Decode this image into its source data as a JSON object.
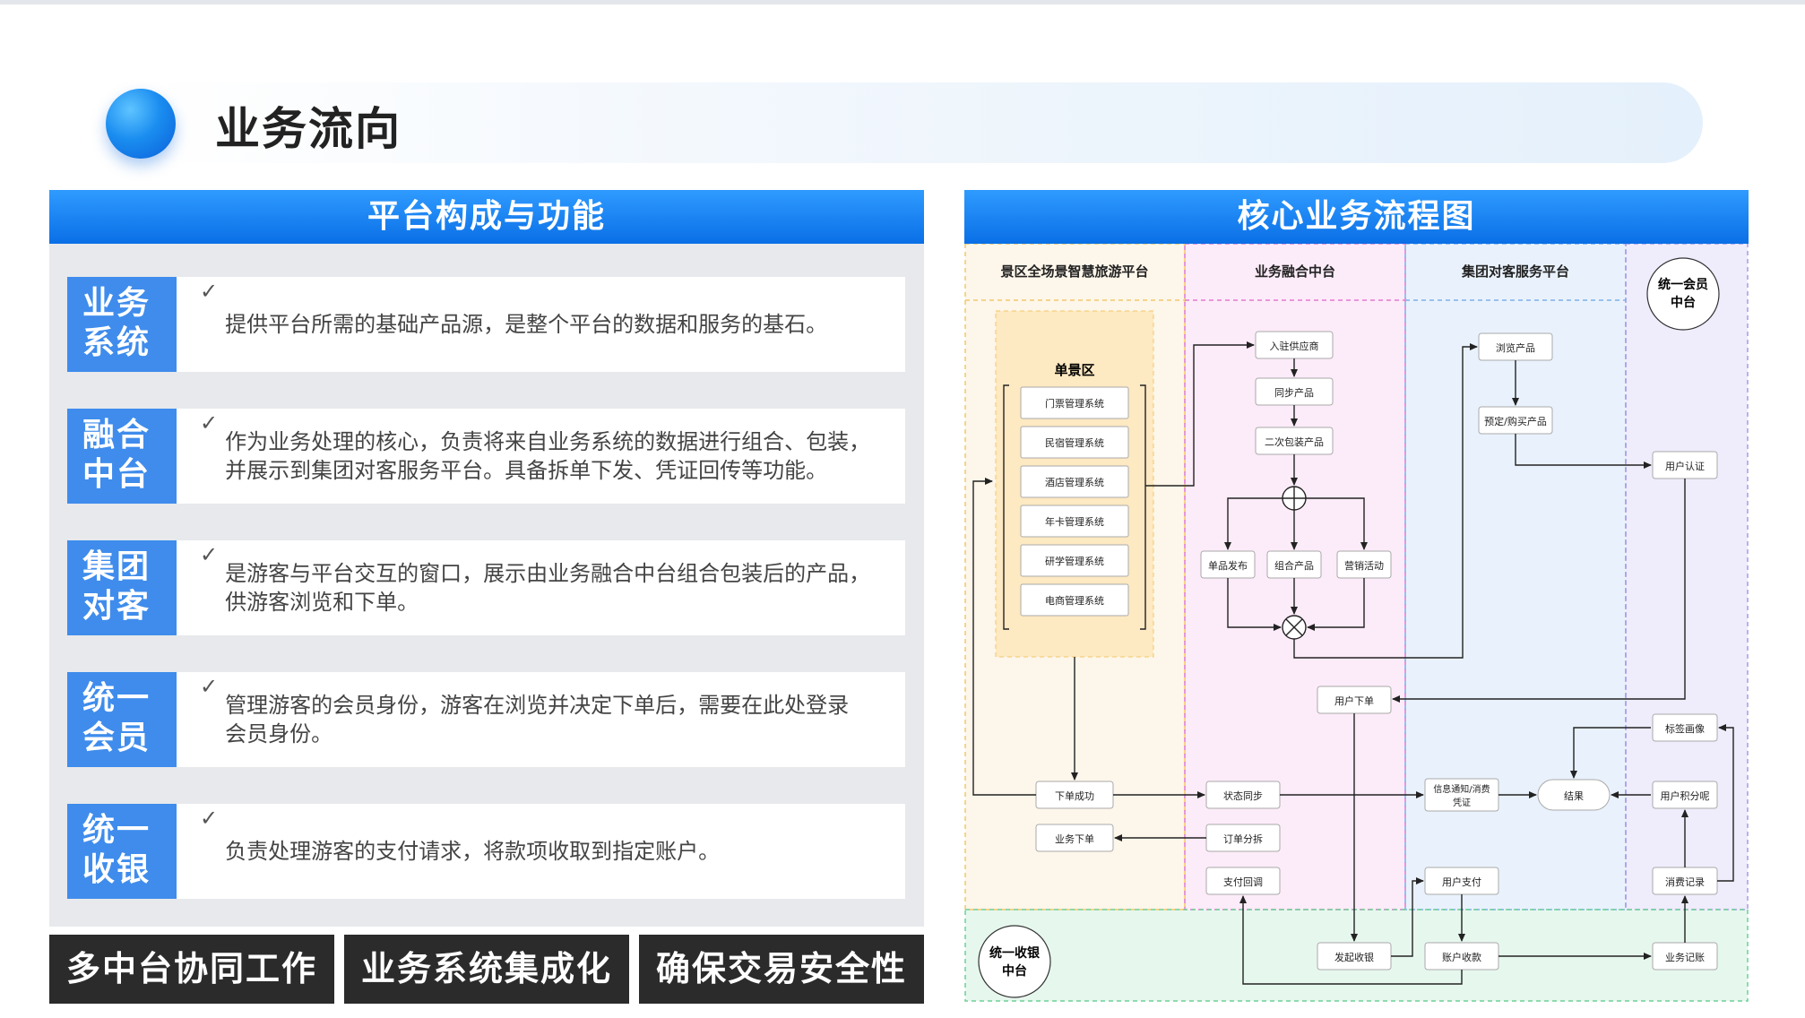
{
  "page_title": "业务流向",
  "left": {
    "header": "平台构成与功能",
    "cards": [
      {
        "label_line1": "业务",
        "label_line2": "系统",
        "check": "✓",
        "text_line1": "提供平台所需的基础产品源，是整个平台的数据和服务的基石。",
        "text_line2": ""
      },
      {
        "label_line1": "融合",
        "label_line2": "中台",
        "check": "✓",
        "text_line1": "作为业务处理的核心，负责将来自业务系统的数据进行组合、包装，",
        "text_line2": "并展示到集团对客服务平台。具备拆单下发、凭证回传等功能。"
      },
      {
        "label_line1": "集团",
        "label_line2": "对客",
        "check": "✓",
        "text_line1": "是游客与平台交互的窗口，展示由业务融合中台组合包装后的产品，",
        "text_line2": "供游客浏览和下单。"
      },
      {
        "label_line1": "统一",
        "label_line2": "会员",
        "check": "✓",
        "text_line1": "管理游客的会员身份，游客在浏览并决定下单后，需要在此处登录",
        "text_line2": "会员身份。"
      },
      {
        "label_line1": "统一",
        "label_line2": "收银",
        "check": "✓",
        "text_line1": "负责处理游客的支付请求，将款项收取到指定账户。",
        "text_line2": ""
      }
    ],
    "pills": [
      "多中台协同工作",
      "业务系统集成化",
      "确保交易安全性"
    ]
  },
  "right": {
    "header": "核心业务流程图",
    "lanes": {
      "lane1": "景区全场景智慧旅游平台",
      "lane2": "业务融合中台",
      "lane3": "集团对客服务平台",
      "member_line1": "统一会员",
      "member_line2": "中台",
      "cashier_line1": "统一收银",
      "cashier_line2": "中台"
    },
    "scenic_zone": "单景区",
    "systems": [
      "门票管理系统",
      "民宿管理系统",
      "酒店管理系统",
      "年卡管理系统",
      "研学管理系统",
      "电商管理系统"
    ],
    "nodes": {
      "supplier": "入驻供应商",
      "sync_product": "同步产品",
      "repack": "二次包装产品",
      "single_publish": "单品发布",
      "combo": "组合产品",
      "marketing": "营销活动",
      "browse": "浏览产品",
      "book_line1": "预定/购买产品",
      "user_auth": "用户认证",
      "user_order": "用户下单",
      "tag_profile": "标签画像",
      "order_success": "下单成功",
      "status_sync": "状态同步",
      "notify_line1": "信息通知/消费",
      "notify_line2": "凭证",
      "result": "结果",
      "points": "用户积分呢",
      "biz_order": "业务下单",
      "split": "订单分拆",
      "pay_callback": "支付回调",
      "user_pay": "用户支付",
      "consume_record": "消费记录",
      "start_cashier": "发起收银",
      "account_receive": "账户收款",
      "biz_ledger": "业务记账"
    },
    "colors": {
      "lane1_bg": "#fdf6ea",
      "lane2_bg": "#fcebf8",
      "lane3_bg": "#e9f2fc",
      "lane4_bg": "#efecfb",
      "cashier_bg": "#e6f7ee",
      "zone_bg": "#fde9c2"
    }
  }
}
